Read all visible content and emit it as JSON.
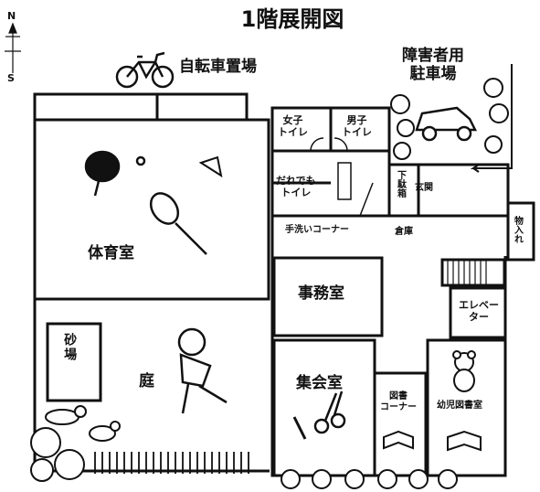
{
  "title": "1階展開図",
  "compass": {
    "north": "N",
    "south": "S"
  },
  "areas": {
    "bicycle_parking": "自転車置場",
    "accessible_parking": "障害者用\n駐車場",
    "gym": "体育室",
    "garden": "庭",
    "sandbox": "砂場",
    "womens_toilet": "女子\nトイレ",
    "mens_toilet": "男子\nトイレ",
    "universal_toilet": "だれでも\nトイレ",
    "shoe_box": "下駄箱",
    "entrance": "玄関",
    "handwash_corner": "手洗いコーナー",
    "storeroom": "倉庫",
    "storage": "物入れ",
    "office": "事務室",
    "elevator": "エレベー\nター",
    "assembly_room": "集会室",
    "book_corner": "図書\nコーナー",
    "children_library": "幼児図書室"
  }
}
